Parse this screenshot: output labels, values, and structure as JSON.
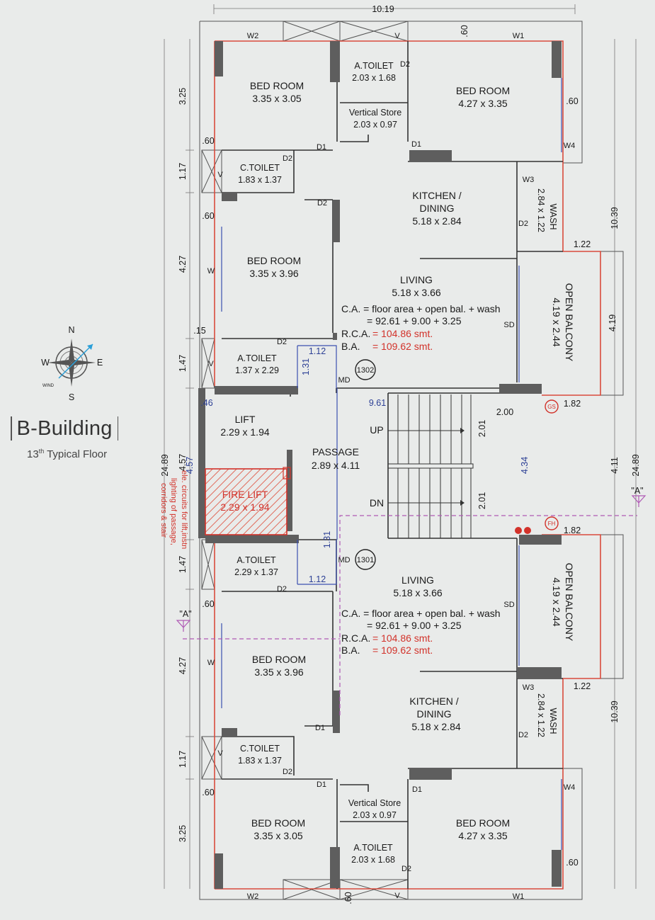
{
  "building": {
    "title": "B-Building",
    "floor_num": "13",
    "floor_sup": "th",
    "floor_rest": " Typical Floor"
  },
  "compass": {
    "n": "N",
    "s": "S",
    "e": "E",
    "w": "W",
    "wind": "WIND"
  },
  "dims": {
    "top_width": "10.19",
    "left_total": "24.89",
    "right_total": "24.89",
    "right_top": "10.39",
    "right_bottom": "10.39",
    "l_325_a": "3.25",
    "l_117_a": "1.17",
    "l_427_a": "4.27",
    "l_147_a": "1.47",
    "l_457": "4.57",
    "l_147_b": "1.47",
    "l_427_b": "4.27",
    "l_117_b": "1.17",
    "l_325_b": "3.25",
    "p60_a": ".60",
    "p60_b": ".60",
    "p15": ".15",
    "p46": ".46",
    "p60_c": ".60",
    "p60_d": ".60",
    "p60_top": ".60",
    "p60_bot": ".60",
    "p60_r1": ".60",
    "p60_r2": ".60",
    "d122_a": "1.22",
    "d419": "4.19",
    "d182_a": "1.82",
    "d411": "4.11",
    "d182_b": "1.82",
    "d122_b": "1.22",
    "d112_a": "1.12",
    "d131_a": "1.31",
    "d961": "9.61",
    "d200": "2.00",
    "d201_a": "2.01",
    "d201_b": "2.01",
    "d434": "4.34",
    "d457_blue": "4.57",
    "d131_b": "1.31",
    "d112_b": "1.12"
  },
  "windows": {
    "w2_top": "W2",
    "w1_top": "W1",
    "w4_top": "W4",
    "w3_top": "W3",
    "w_a": "W",
    "w_b": "W",
    "w3_bot": "W3",
    "w4_bot": "W4",
    "w2_bot": "W2",
    "w1_bot": "W1",
    "v1": "V",
    "v2": "V",
    "v3": "V",
    "v4": "V",
    "v5": "V"
  },
  "doors": {
    "d2_a": "D2",
    "d1_a": "D1",
    "d1_b": "D1",
    "d2_b": "D2",
    "d2_c": "D2",
    "d2_d": "D2",
    "d2_e": "D2",
    "md_a": "MD",
    "sd_a": "SD",
    "md_b": "MD",
    "sd_b": "SD",
    "d2_f": "D2",
    "d1_c": "D1",
    "d2_g": "D2",
    "d2_h": "D2",
    "d1_d": "D1",
    "d1_e": "D1",
    "d2_i": "D2"
  },
  "rooms_top": {
    "bed1": {
      "name": "BED ROOM",
      "size": "3.35 x 3.05"
    },
    "atoilet1": {
      "name": "A.TOILET",
      "size": "2.03 x 1.68"
    },
    "vstore": {
      "name": "Vertical Store",
      "size": "2.03 x 0.97"
    },
    "bed2": {
      "name": "BED ROOM",
      "size": "4.27 x 3.35"
    },
    "ctoilet": {
      "name": "C.TOILET",
      "size": "1.83 x 1.37"
    },
    "kitchen": {
      "name": "KITCHEN /",
      "name2": "DINING",
      "size": "5.18 x 2.84"
    },
    "wash": {
      "name": "WASH",
      "size": "2.84 x 1.22"
    },
    "bed3": {
      "name": "BED ROOM",
      "size": "3.35 x 3.96"
    },
    "living": {
      "name": "LIVING",
      "size": "5.18 x 3.66"
    },
    "balcony": {
      "name": "OPEN BALCONY",
      "size": "4.19 x 2.44"
    },
    "atoilet2": {
      "name": "A.TOILET",
      "size": "1.37 x 2.29"
    },
    "ca": "C.A.  = floor area + open bal. + wash",
    "ca_vals": "=   92.61   + 9.00  + 3.25",
    "rca_label": "R.C.A.",
    "rca_val": "= 104.86 smt.",
    "ba_label": "B.A.",
    "ba_val": "= 109.62 smt.",
    "unit": "1302"
  },
  "core": {
    "lift": {
      "name": "LIFT",
      "size": "2.29 x 1.94"
    },
    "fire": {
      "name": "FIRE LIFT",
      "size": "2.29 x 1.94"
    },
    "passage": {
      "name": "PASSAGE",
      "size": "2.89 x 4.11"
    },
    "up": "UP",
    "dn": "DN",
    "note1": "ele. circuits for lift,instn",
    "note2": "lighting of passage,",
    "note3": "corridors & stair",
    "gs": "GS",
    "fh": "FH",
    "sec_a": "\"A\"",
    "sec_b": "\"A\""
  },
  "rooms_bottom": {
    "atoilet1": {
      "name": "A.TOILET",
      "size": "2.29 x 1.37"
    },
    "living": {
      "name": "LIVING",
      "size": "5.18 x 3.66"
    },
    "balcony": {
      "name": "OPEN BALCONY",
      "size": "4.19 x 2.44"
    },
    "bed3": {
      "name": "BED ROOM",
      "size": "3.35 x 3.96"
    },
    "kitchen": {
      "name": "KITCHEN /",
      "name2": "DINING",
      "size": "5.18 x 2.84"
    },
    "wash": {
      "name": "WASH",
      "size": "2.84 x 1.22"
    },
    "ctoilet": {
      "name": "C.TOILET",
      "size": "1.83 x 1.37"
    },
    "vstore": {
      "name": "Vertical Store",
      "size": "2.03 x 0.97"
    },
    "bed1": {
      "name": "BED ROOM",
      "size": "3.35 x 3.05"
    },
    "bed2": {
      "name": "BED ROOM",
      "size": "4.27 x 3.35"
    },
    "atoilet2": {
      "name": "A.TOILET",
      "size": "2.03 x 1.68"
    },
    "ca": "C.A.  = floor area + open bal. + wash",
    "ca_vals": "=   92.61   + 9.00  + 3.25",
    "rca_label": "R.C.A.",
    "rca_val": "= 104.86 smt.",
    "ba_label": "B.A.",
    "ba_val": "= 109.62 smt.",
    "unit": "1301"
  },
  "colors": {
    "wall": "#5e5e5e",
    "red": "#d2322a",
    "blue": "#2c3f95",
    "bg": "#e9ebea"
  }
}
